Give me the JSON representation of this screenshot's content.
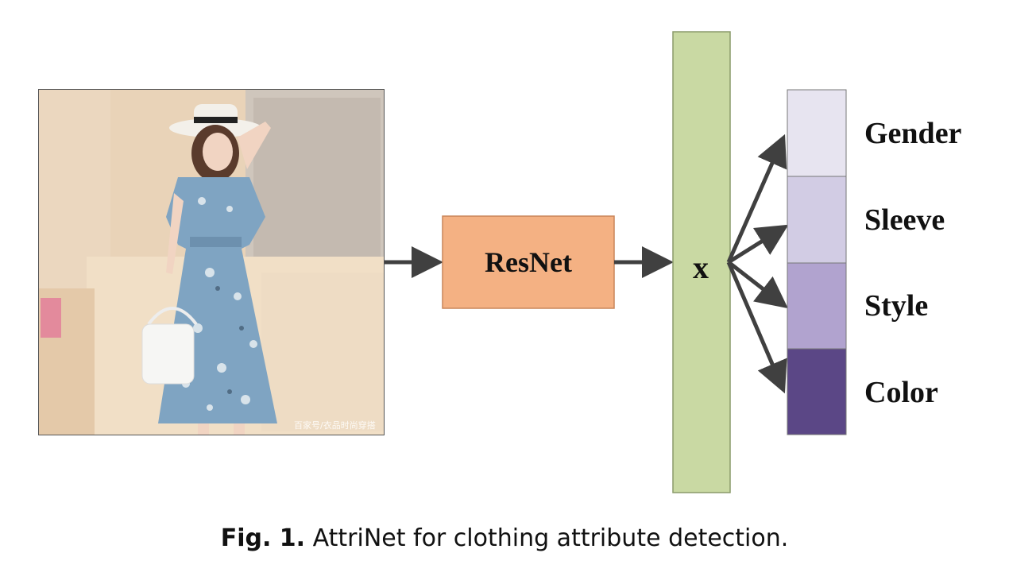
{
  "image": {
    "description": "woman in white sun hat and blue floral midi dress holding a white handbag",
    "watermark": "百家号/衣品时尚穿搭"
  },
  "backbone": {
    "label": "ResNet",
    "fill": "#F4B183",
    "stroke": "#C9855A"
  },
  "feature": {
    "label": "x",
    "fill": "#C9D9A3",
    "stroke": "#8A9A6A"
  },
  "outputs": [
    {
      "label": "Gender",
      "fill": "#E7E4F0"
    },
    {
      "label": "Sleeve",
      "fill": "#D2CCE4"
    },
    {
      "label": "Style",
      "fill": "#B1A3CF"
    },
    {
      "label": "Color",
      "fill": "#5B4786"
    }
  ],
  "arrow_color": "#404040",
  "caption": {
    "prefix": "Fig. 1.",
    "text": "AttriNet for clothing attribute detection."
  }
}
